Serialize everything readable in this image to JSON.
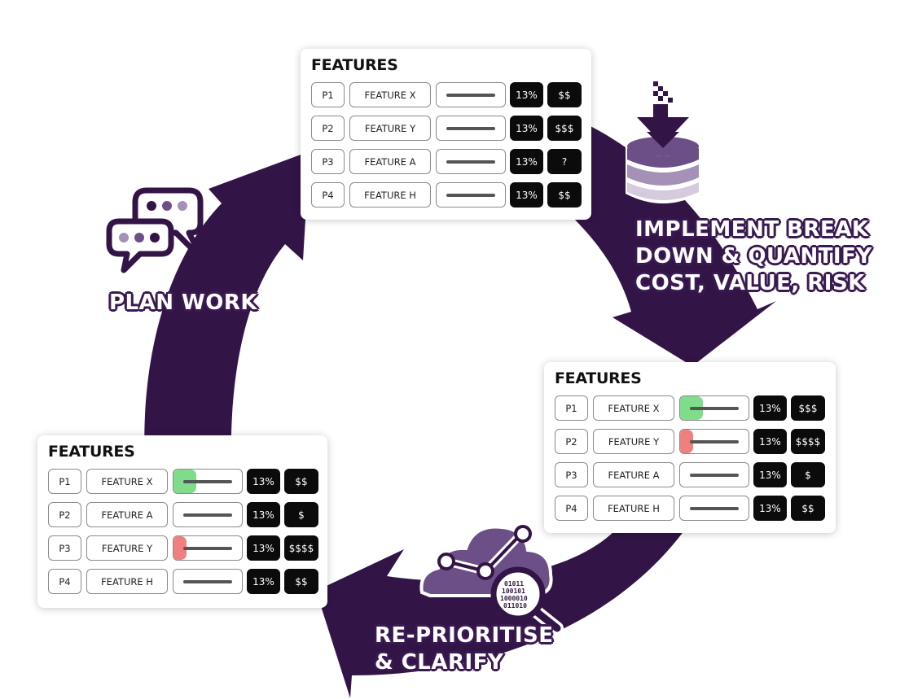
{
  "colors": {
    "purple_dark": "#331447",
    "purple_mid": "#6c4f86",
    "purple_light": "#a590b8",
    "purple_pale": "#d6cadf",
    "green": "#7fdc8a",
    "red": "#f08080",
    "black": "#0b0b0b"
  },
  "labels": {
    "plan_work": "PLAN WORK",
    "implement": [
      "IMPLEMENT BREAK",
      "DOWN & QUANTIFY",
      "COST, VALUE, RISK"
    ],
    "reprioritise": [
      "RE-PRIORITISE",
      "& CLARIFY"
    ]
  },
  "icons": {
    "plan": "chat-bubbles-icon",
    "implement": "database-download-icon",
    "reprioritise": "cloud-analytics-search-icon"
  },
  "cards": {
    "top": {
      "title": "FEATURES",
      "rows": [
        {
          "priority": "P1",
          "feature": "FEATURE X",
          "highlight": "none",
          "percent": "13%",
          "cost": "$$"
        },
        {
          "priority": "P2",
          "feature": "FEATURE Y",
          "highlight": "none",
          "percent": "13%",
          "cost": "$$$"
        },
        {
          "priority": "P3",
          "feature": "FEATURE A",
          "highlight": "none",
          "percent": "13%",
          "cost": "?"
        },
        {
          "priority": "P4",
          "feature": "FEATURE H",
          "highlight": "none",
          "percent": "13%",
          "cost": "$$"
        }
      ]
    },
    "right": {
      "title": "FEATURES",
      "rows": [
        {
          "priority": "P1",
          "feature": "FEATURE X",
          "highlight": "green",
          "percent": "13%",
          "cost": "$$$"
        },
        {
          "priority": "P2",
          "feature": "FEATURE Y",
          "highlight": "red",
          "percent": "13%",
          "cost": "$$$$"
        },
        {
          "priority": "P3",
          "feature": "FEATURE A",
          "highlight": "none",
          "percent": "13%",
          "cost": "$"
        },
        {
          "priority": "P4",
          "feature": "FEATURE H",
          "highlight": "none",
          "percent": "13%",
          "cost": "$$"
        }
      ]
    },
    "left": {
      "title": "FEATURES",
      "rows": [
        {
          "priority": "P1",
          "feature": "FEATURE X",
          "highlight": "green",
          "percent": "13%",
          "cost": "$$"
        },
        {
          "priority": "P2",
          "feature": "FEATURE A",
          "highlight": "none",
          "percent": "13%",
          "cost": "$"
        },
        {
          "priority": "P3",
          "feature": "FEATURE Y",
          "highlight": "red",
          "percent": "13%",
          "cost": "$$$$"
        },
        {
          "priority": "P4",
          "feature": "FEATURE H",
          "highlight": "none",
          "percent": "13%",
          "cost": "$$"
        }
      ]
    }
  }
}
